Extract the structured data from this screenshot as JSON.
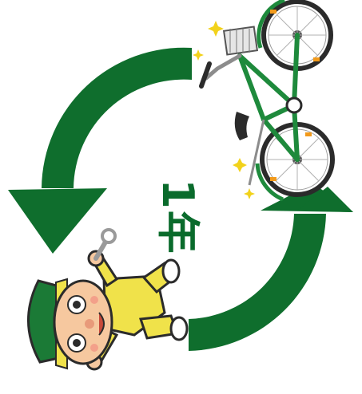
{
  "center_label": "1年",
  "colors": {
    "arrow": "#0f6e2d",
    "bike_frame": "#1e8a3c",
    "tire": "#2b2b2b",
    "reflector": "#f29a1b",
    "sparkle": "#f2d21b",
    "skin": "#f6c89f",
    "suit": "#f0e24a",
    "helmet": "#1b7a36"
  },
  "icons": [
    "arrow-top-left",
    "arrow-bottom-right",
    "bicycle",
    "mechanic-character",
    "sparkle"
  ]
}
